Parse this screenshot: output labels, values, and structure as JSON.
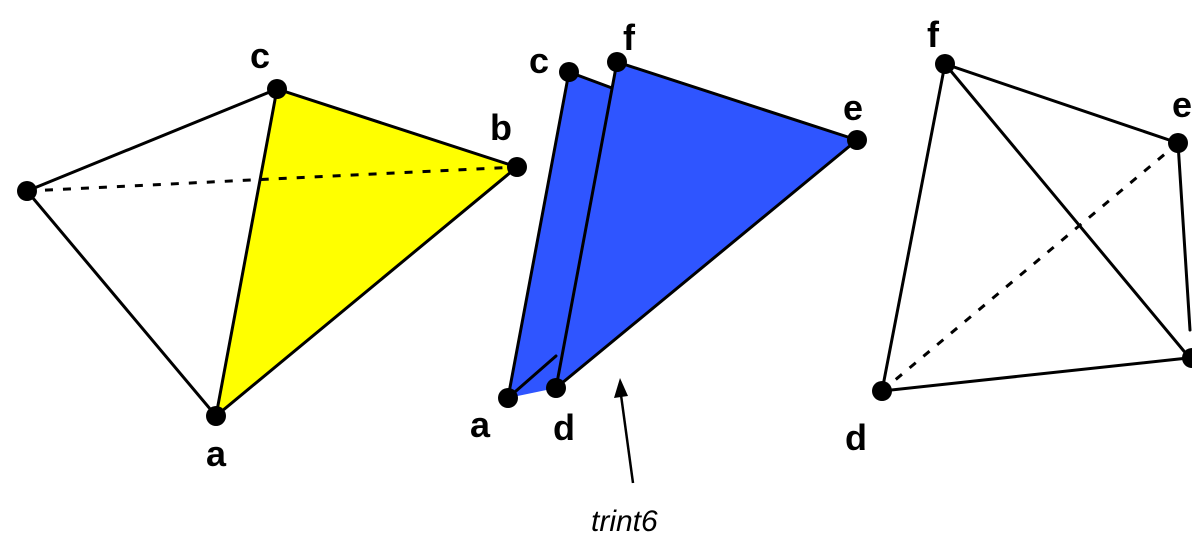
{
  "colors": {
    "face_highlight": "#ffff00",
    "face_shared": "#2f55ff",
    "edge": "#000000",
    "vertex": "#000000"
  },
  "left_tetra": {
    "labels": {
      "c": "c",
      "b": "b",
      "a": "a"
    }
  },
  "middle_faces": {
    "labels": {
      "c": "c",
      "f": "f",
      "e": "e",
      "a": "a",
      "d": "d"
    },
    "caption": "trint6"
  },
  "right_tetra": {
    "labels": {
      "f": "f",
      "e": "e",
      "d": "d"
    }
  }
}
